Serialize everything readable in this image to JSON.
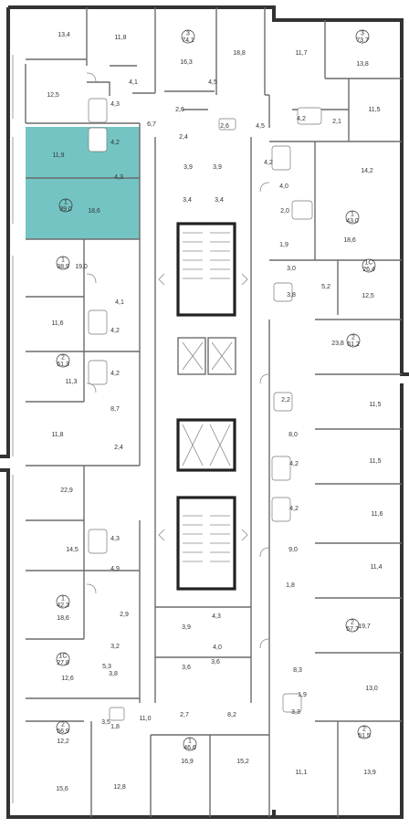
{
  "colors": {
    "selected_apartment": "#74c4c4",
    "wall": "#6b6b6b",
    "core": "#222222"
  },
  "apartments": [
    {
      "id": "a1",
      "rooms_count": "3",
      "total_area": "74,1",
      "selected": false
    },
    {
      "id": "a2",
      "rooms_count": "3",
      "total_area": "73,7",
      "selected": false
    },
    {
      "id": "a3",
      "rooms_count": "1",
      "total_area": "39,0",
      "selected": true
    },
    {
      "id": "a4",
      "rooms_count": "1",
      "total_area": "43,0",
      "selected": false
    },
    {
      "id": "a5",
      "rooms_count": "1",
      "total_area": "38,9",
      "selected": false
    },
    {
      "id": "a6",
      "rooms_count": "1C",
      "total_area": "26,4",
      "selected": false
    },
    {
      "id": "a7",
      "rooms_count": "2",
      "total_area": "61,2",
      "selected": false
    },
    {
      "id": "a8",
      "rooms_count": "2",
      "total_area": "61,3",
      "selected": false
    },
    {
      "id": "a9",
      "rooms_count": "1",
      "total_area": "42,3",
      "selected": false
    },
    {
      "id": "a10",
      "rooms_count": "2",
      "total_area": "57,7",
      "selected": false
    },
    {
      "id": "a11",
      "rooms_count": "1C",
      "total_area": "27,8",
      "selected": false
    },
    {
      "id": "a12",
      "rooms_count": "2",
      "total_area": "56,9",
      "selected": false
    },
    {
      "id": "a13",
      "rooms_count": "2",
      "total_area": "51,5",
      "selected": false
    },
    {
      "id": "a14",
      "rooms_count": "1",
      "total_area": "46,6",
      "selected": false
    }
  ],
  "room_labels": [
    "13,4",
    "11,8",
    "16,3",
    "18,8",
    "11,7",
    "13,8",
    "4,1",
    "12,5",
    "4,3",
    "6,7",
    "2,6",
    "2,6",
    "2,4",
    "4,5",
    "4,5",
    "4,2",
    "2,1",
    "11,5",
    "11,9",
    "4,2",
    "4,3",
    "18,6",
    "3,9",
    "3,9",
    "3,4",
    "3,4",
    "4,2",
    "14,2",
    "4,0",
    "2,0",
    "18,6",
    "1,9",
    "19,0",
    "3,0",
    "3,8",
    "5,2",
    "12,5",
    "4,1",
    "11,6",
    "4,2",
    "4,2",
    "11,3",
    "23,8",
    "2,2",
    "8,7",
    "11,8",
    "2,4",
    "8,0",
    "11,5",
    "11,5",
    "4,2",
    "22,9",
    "4,2",
    "11,6",
    "4,3",
    "14,5",
    "4,9",
    "9,0",
    "11,4",
    "18,6",
    "1,8",
    "2,9",
    "4,3",
    "19,7",
    "3,9",
    "4,0",
    "3,2",
    "5,3",
    "3,8",
    "12,6",
    "3,6",
    "3,6",
    "8,3",
    "1,9",
    "13,0",
    "3,3",
    "3,5",
    "1,8",
    "11,0",
    "2,7",
    "8,2",
    "12,2",
    "16,9",
    "15,2",
    "11,1",
    "13,9",
    "15,6",
    "12,8"
  ]
}
